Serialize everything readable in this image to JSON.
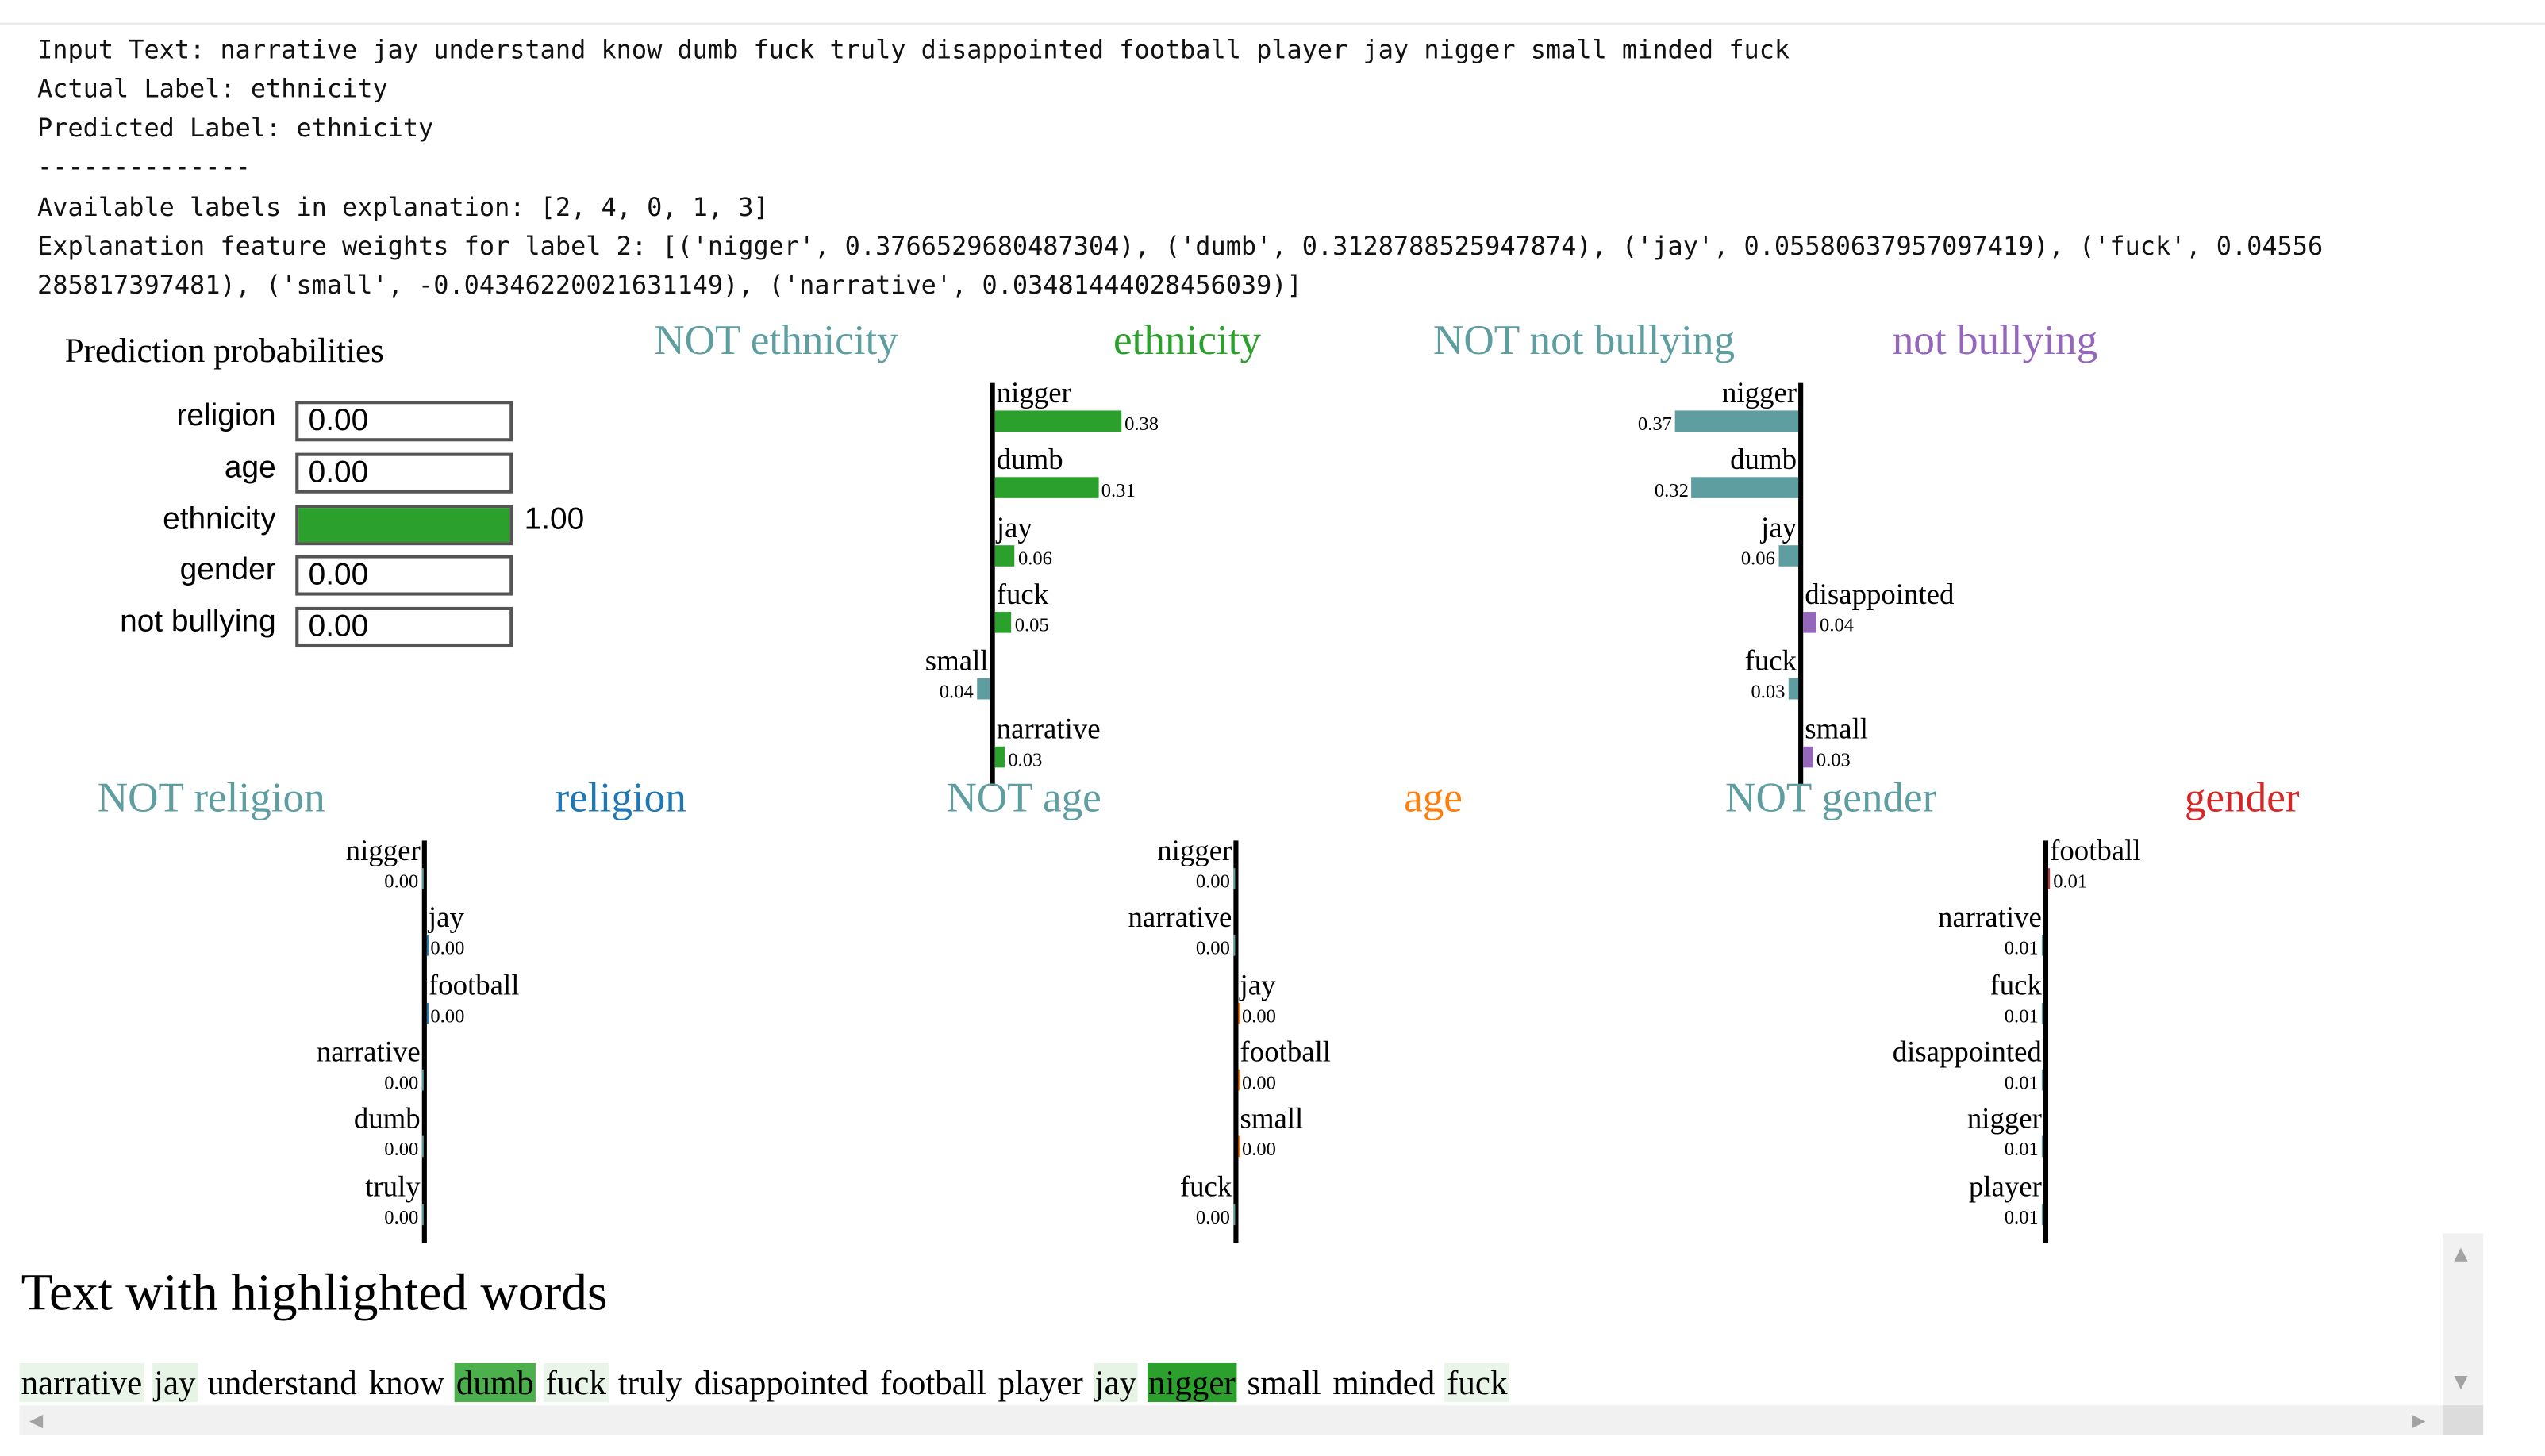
{
  "console": {
    "lines": [
      "Input Text: narrative jay understand know dumb fuck truly disappointed football player jay nigger small minded fuck",
      "Actual Label: ethnicity",
      "Predicted Label: ethnicity",
      "--------------",
      "Available labels in explanation: [2, 4, 0, 1, 3]",
      "Explanation feature weights for label 2: [('nigger', 0.3766529680487304), ('dumb', 0.3128788525947874), ('jay', 0.05580637957097419), ('fuck', 0.04556",
      "285817397481), ('small', -0.04346220021631149), ('narrative', 0.03481444028456039)]"
    ]
  },
  "prediction": {
    "title": "Prediction probabilities",
    "fill_color": "#2ca02c",
    "rows": [
      {
        "label": "religion",
        "value": 0.0,
        "text": "0.00"
      },
      {
        "label": "age",
        "value": 0.0,
        "text": "0.00"
      },
      {
        "label": "ethnicity",
        "value": 1.0,
        "text": "1.00"
      },
      {
        "label": "gender",
        "value": 0.0,
        "text": "0.00"
      },
      {
        "label": "not bullying",
        "value": 0.0,
        "text": "0.00"
      }
    ]
  },
  "charts": [
    {
      "neg_title": "NOT ethnicity",
      "neg_color": "#5f9ea0",
      "pos_title": "ethnicity",
      "pos_color": "#2ca02c",
      "features": [
        {
          "word": "nigger",
          "value": 0.38,
          "label": "0.38"
        },
        {
          "word": "dumb",
          "value": 0.31,
          "label": "0.31"
        },
        {
          "word": "jay",
          "value": 0.06,
          "label": "0.06"
        },
        {
          "word": "fuck",
          "value": 0.05,
          "label": "0.05"
        },
        {
          "word": "small",
          "value": -0.04,
          "label": "0.04"
        },
        {
          "word": "narrative",
          "value": 0.03,
          "label": "0.03"
        }
      ]
    },
    {
      "neg_title": "NOT not bullying",
      "neg_color": "#5f9ea0",
      "pos_title": "not bullying",
      "pos_color": "#9467bd",
      "features": [
        {
          "word": "nigger",
          "value": -0.37,
          "label": "0.37"
        },
        {
          "word": "dumb",
          "value": -0.32,
          "label": "0.32"
        },
        {
          "word": "jay",
          "value": -0.06,
          "label": "0.06"
        },
        {
          "word": "disappointed",
          "value": 0.04,
          "label": "0.04"
        },
        {
          "word": "fuck",
          "value": -0.03,
          "label": "0.03"
        },
        {
          "word": "small",
          "value": 0.03,
          "label": "0.03"
        }
      ]
    },
    {
      "neg_title": "NOT religion",
      "neg_color": "#5f9ea0",
      "pos_title": "religion",
      "pos_color": "#1f77b4",
      "features": [
        {
          "word": "nigger",
          "value": -0.001,
          "label": "0.00"
        },
        {
          "word": "jay",
          "value": 0.001,
          "label": "0.00"
        },
        {
          "word": "football",
          "value": 0.001,
          "label": "0.00"
        },
        {
          "word": "narrative",
          "value": -0.001,
          "label": "0.00"
        },
        {
          "word": "dumb",
          "value": -0.001,
          "label": "0.00"
        },
        {
          "word": "truly",
          "value": -0.001,
          "label": "0.00"
        }
      ]
    },
    {
      "neg_title": "NOT age",
      "neg_color": "#5f9ea0",
      "pos_title": "age",
      "pos_color": "#ff7f0e",
      "features": [
        {
          "word": "nigger",
          "value": -0.001,
          "label": "0.00"
        },
        {
          "word": "narrative",
          "value": -0.001,
          "label": "0.00"
        },
        {
          "word": "jay",
          "value": 0.001,
          "label": "0.00"
        },
        {
          "word": "football",
          "value": 0.001,
          "label": "0.00"
        },
        {
          "word": "small",
          "value": 0.001,
          "label": "0.00"
        },
        {
          "word": "fuck",
          "value": -0.001,
          "label": "0.00"
        }
      ]
    },
    {
      "neg_title": "NOT gender",
      "neg_color": "#5f9ea0",
      "pos_title": "gender",
      "pos_color": "#d62728",
      "features": [
        {
          "word": "football",
          "value": 0.005,
          "label": "0.01"
        },
        {
          "word": "narrative",
          "value": -0.005,
          "label": "0.01"
        },
        {
          "word": "fuck",
          "value": -0.005,
          "label": "0.01"
        },
        {
          "word": "disappointed",
          "value": -0.005,
          "label": "0.01"
        },
        {
          "word": "nigger",
          "value": -0.005,
          "label": "0.01"
        },
        {
          "word": "player",
          "value": -0.005,
          "label": "0.01"
        }
      ]
    }
  ],
  "highlight": {
    "title": "Text with highlighted words",
    "words": [
      {
        "text": "narrative",
        "bg": "#e8f5e8"
      },
      {
        "text": "jay",
        "bg": "#e6f4e6"
      },
      {
        "text": "understand",
        "bg": ""
      },
      {
        "text": "know",
        "bg": ""
      },
      {
        "text": "dumb",
        "bg": "#4cb14c"
      },
      {
        "text": "fuck",
        "bg": "#e8f5e8"
      },
      {
        "text": "truly",
        "bg": ""
      },
      {
        "text": "disappointed",
        "bg": ""
      },
      {
        "text": "football",
        "bg": ""
      },
      {
        "text": "player",
        "bg": ""
      },
      {
        "text": "jay",
        "bg": "#e6f4e6"
      },
      {
        "text": "nigger",
        "bg": "#2ca02c"
      },
      {
        "text": "small",
        "bg": ""
      },
      {
        "text": "minded",
        "bg": ""
      },
      {
        "text": "fuck",
        "bg": "#e8f5e8"
      }
    ]
  },
  "scrollbar": {
    "up_icon": "▲",
    "down_icon": "▼",
    "left_icon": "◀",
    "right_icon": "▶"
  }
}
